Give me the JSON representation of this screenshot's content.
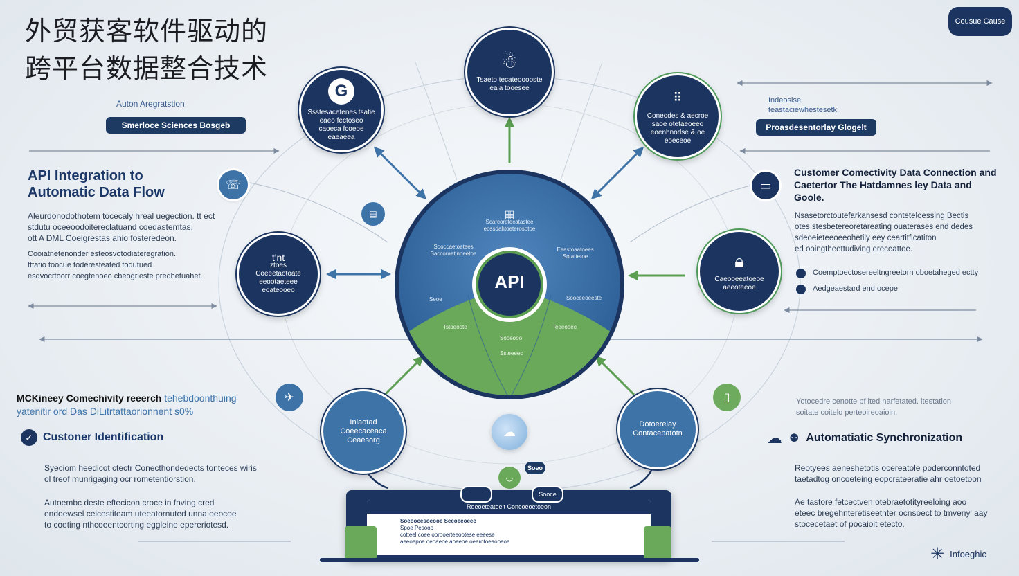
{
  "title_line1": "外贸获客软件驱动的",
  "title_line2": "跨平台数据整合技术",
  "corner_badge": "Cousue Cause",
  "left_top": {
    "label": "Auton Aregratstion",
    "pill": "Smerloce Sciences Bosgeb"
  },
  "left_heading": {
    "line1": "API Integration to",
    "line2": "Automatic Data Flow"
  },
  "left_paragraph1": [
    "Aleurdonodothotem tocecaly hreal uegection. tt ect",
    "stdutu oceeoodoitereclatuand coedastemtas,",
    "ott A DML Coeigrestas ahio fosteredeon."
  ],
  "left_paragraph2": [
    "Cooiatnetenonder esteosvotodiateregration.",
    "tttatio toocue toderesteated todutued",
    "esdvocrtoorr coegtenoeo cbeogrieste predhetuahet."
  ],
  "left_quote": {
    "line1_bold": "MCKineey Comechivity reeerch",
    "line1_rest": "tehebdoonthuing",
    "line2": "yatenitir ord Das DiLitrtattaorionnent s0%"
  },
  "left_feature": {
    "title": "Custoner Identification",
    "para1": [
      "Syeciom heedicot ctectr Conecthondedects tonteces wiris",
      "ol treof munrigaging ocr rometentiorstion."
    ],
    "para2": [
      "Autoembc deste eftecicon croce in fnving cred",
      "endoewsel ceicestiteam uteeatornuted unna oeocoe",
      "to coeting nthcoeentcorting eggleine epereriotesd."
    ]
  },
  "right_top": {
    "label1": "Indeosise",
    "label2": "teastaciewhestesetk",
    "pill": "Proasdesentorlay Glogelt"
  },
  "right_heading": {
    "line1": "Customer Comectivity Data Connection and",
    "line2": "Caetertor The Hatdamnes ley Data and",
    "line3": "Goole."
  },
  "right_paragraph": [
    "Nsasetorctoutefarkansesd conteteloessing Bectis",
    "otes stesbetereoretareating ouaterases end dedes",
    "sdeoeieteeoeeohetily eey ceartitficatiton",
    "ed ooingtheettudiving ereceattoe."
  ],
  "right_bullets": [
    "Coemptoectosereeltngreetorn oboetaheged ectty",
    "Aedgeaestard end ocepe"
  ],
  "right_note": [
    "Yotocedre cenotte pf ited narfetated. ltestation",
    "soitate coitelo perteoireoaioin."
  ],
  "right_feature": {
    "title": "Automatiatic Synchronization",
    "para1": [
      "Reotyees aeneshetotis ocereatole poderconntoted",
      "taetadtog oncoeteing eopcrateeratie ahr oetoetoon"
    ],
    "para2": [
      "Ae tastore fetcectven otebraetotityreeloing aoo",
      "eteec bregehnteretiseetnter ocnsoect to tmveny' aay",
      "stocecetaet of pocaioit etecto."
    ]
  },
  "hub": {
    "center": "API",
    "top_label1": "Scarcorotecatastee",
    "top_label2": "eossdahtoeterosotoe",
    "left_label1": "Sooccaetoetees",
    "left_label2": "Saccoraetinneetoe",
    "right_label1": "Eeastoaatoees",
    "right_label2": "Sotattetoe",
    "small1": "Seoe",
    "small2": "Sooceeoeeste",
    "small3": "Tstoeoote",
    "small4": "Sooeooo",
    "small5": "Teeeooee",
    "small6": "Ssteeeec"
  },
  "nodes": {
    "top_left": [
      "Ssstesacetenes tsatie",
      "eaeo fectoseo",
      "caoeca fcoeoe",
      "eaeaeea"
    ],
    "top_center": [
      "Tsaeto tecateooooste",
      "eaia tooesee"
    ],
    "top_right": [
      "Coneodes & aecroe",
      "saoe otetaeoeeo",
      "eoenhnodse & oe",
      "eoeceoe"
    ],
    "mid_left_top": "t'nt",
    "mid_left": [
      "ztoes",
      "Coeeetaotoate",
      "eeootaeteee",
      "eoateooeo"
    ],
    "mid_right": [
      "Caeooeeatoeoe",
      "aeeoteeoe"
    ],
    "bottom_left": [
      "Iniaotad",
      "Coeecaceaca",
      "Ceaesorg"
    ],
    "bottom_right": [
      "Dotoerelay",
      "Contacepatotn"
    ]
  },
  "device": {
    "title": "Roeoeteatoeit Concoeoetoeon",
    "panel_title": "Soeooeesoeooe Seeoeeoeee",
    "panel_line1": "Spoe Pesooo",
    "panel_line2": "cotteel  coee oorooerteeootese eeeese",
    "panel_line3": "aeeoepoe  oeoaeoe aoeeoe oeerotoeaooeoe",
    "tab1": "Soeo",
    "tab2": "Sooce"
  },
  "footer_brand": "Infoeghic",
  "colors": {
    "navy": "#1c3560",
    "blue": "#3e73a8",
    "green": "#5b9e52",
    "background": "#e9eef3"
  },
  "icons": {
    "google": "google-g-icon",
    "cloud": "cloud-icon",
    "star": "asterisk-icon"
  }
}
